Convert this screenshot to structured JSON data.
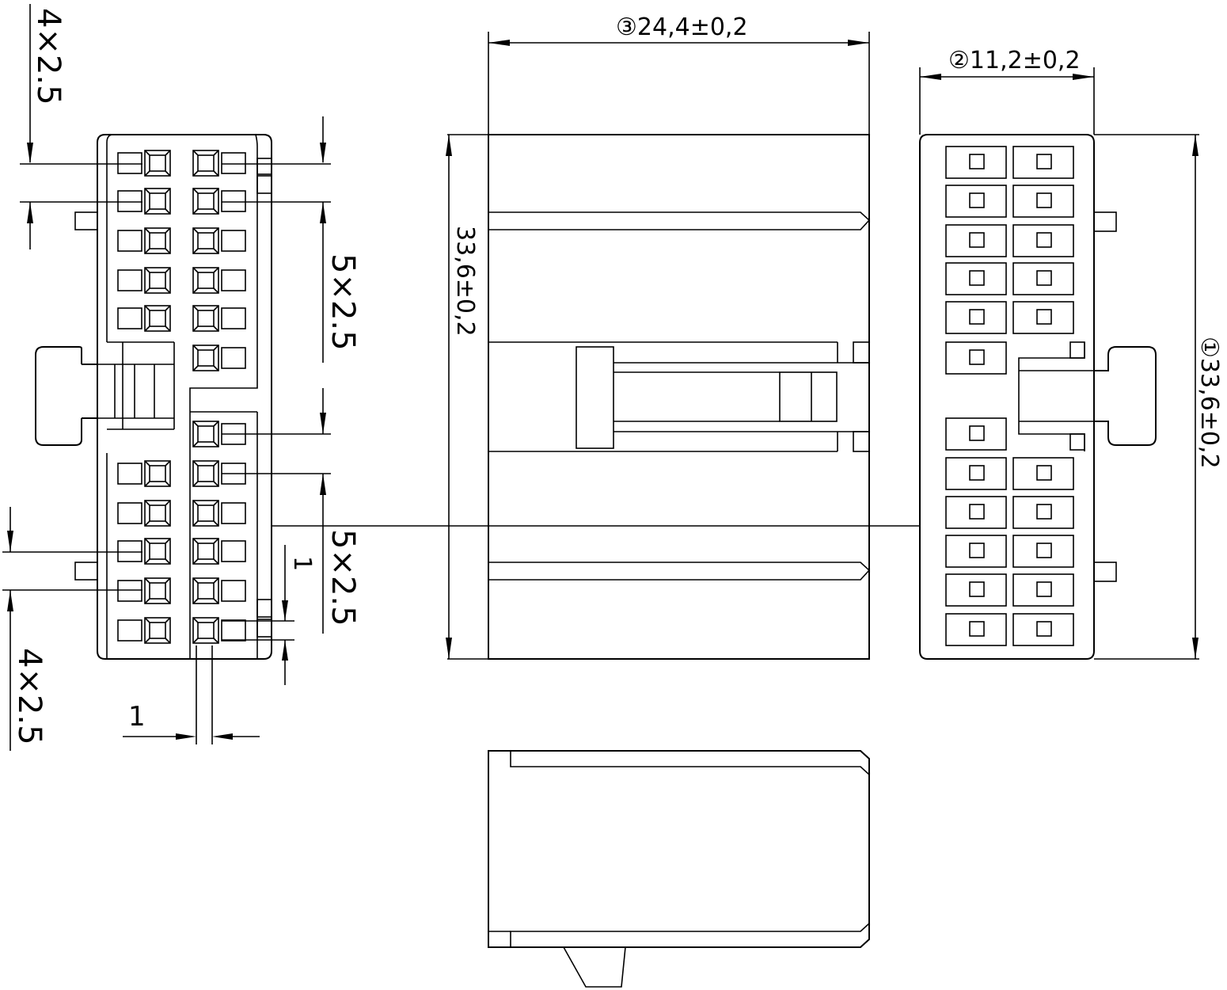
{
  "dimensions": {
    "width_overall": "③24,4±0,2",
    "depth": "②11,2±0,2",
    "height_right": "①33,6±0,2",
    "height_left": "33,6±0,2",
    "pitch_top_left": "4×2.5",
    "pitch_top_right": "5×2.5",
    "pitch_bottom_right": "5×2.5",
    "pitch_bottom_left": "4×2.5",
    "offset_small_v": "1",
    "offset_small_h": "1"
  }
}
